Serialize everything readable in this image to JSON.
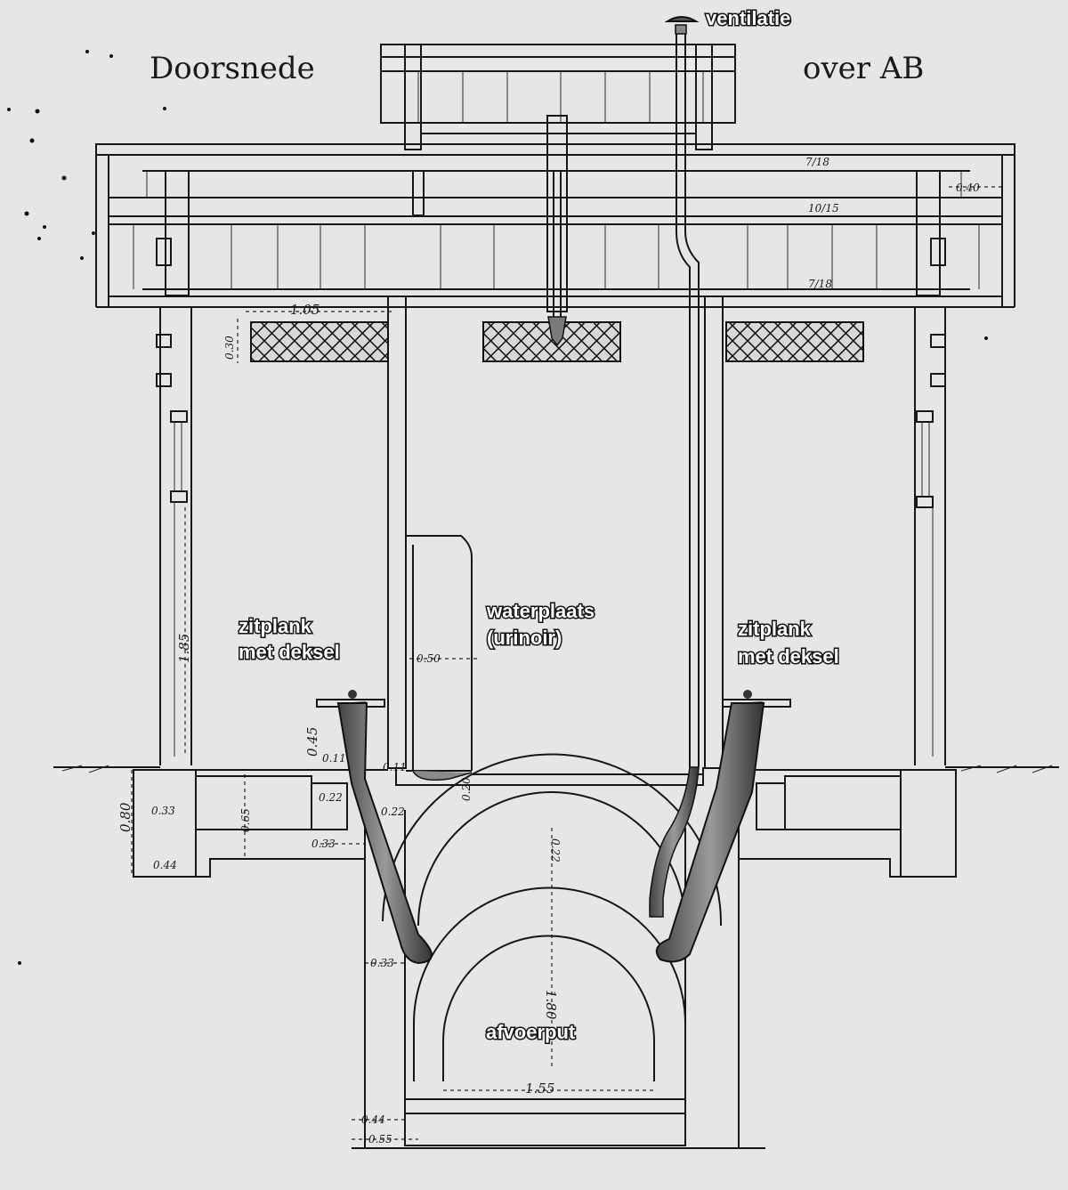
{
  "title": {
    "left": "Doorsnede",
    "right": "over AB"
  },
  "labels": {
    "ventilation": "ventilatie",
    "seat_left_line1": "zitplank",
    "seat_left_line2": "met deksel",
    "urinal_line1": "waterplaats",
    "urinal_line2": "(urinoir)",
    "seat_right_line1": "zitplank",
    "seat_right_line2": "met deksel",
    "drain": "afvoerput"
  },
  "dimensions": {
    "roof_beam_top": "7/18",
    "roof_beam_mid": "10/15",
    "roof_beam_low": "7/18",
    "overhang": "0.40",
    "window_width": "1.05",
    "window_height": "0.30",
    "wall_height": "1.85",
    "partition_offset": "0.50",
    "seat_height": "0.45",
    "floor_left": "0.11",
    "floor_mid": "0.11",
    "step_left": "0.22",
    "step_mid": "0.22",
    "floor_thickness": "0.20",
    "found_depth": "0.80",
    "found_ledge": "0.33",
    "found_height": "0.65",
    "found_base": "0.44",
    "found_mid": "0.33",
    "vault_thickness": "0.22",
    "pit_wall": "0.33",
    "pit_height": "1.80",
    "pit_width": "1.55",
    "pit_base_ledge": "0.44",
    "pit_base": "0.55"
  },
  "colors": {
    "paper": "#e6e6e6",
    "ink": "#161616",
    "label_fill": "#ffffff"
  }
}
